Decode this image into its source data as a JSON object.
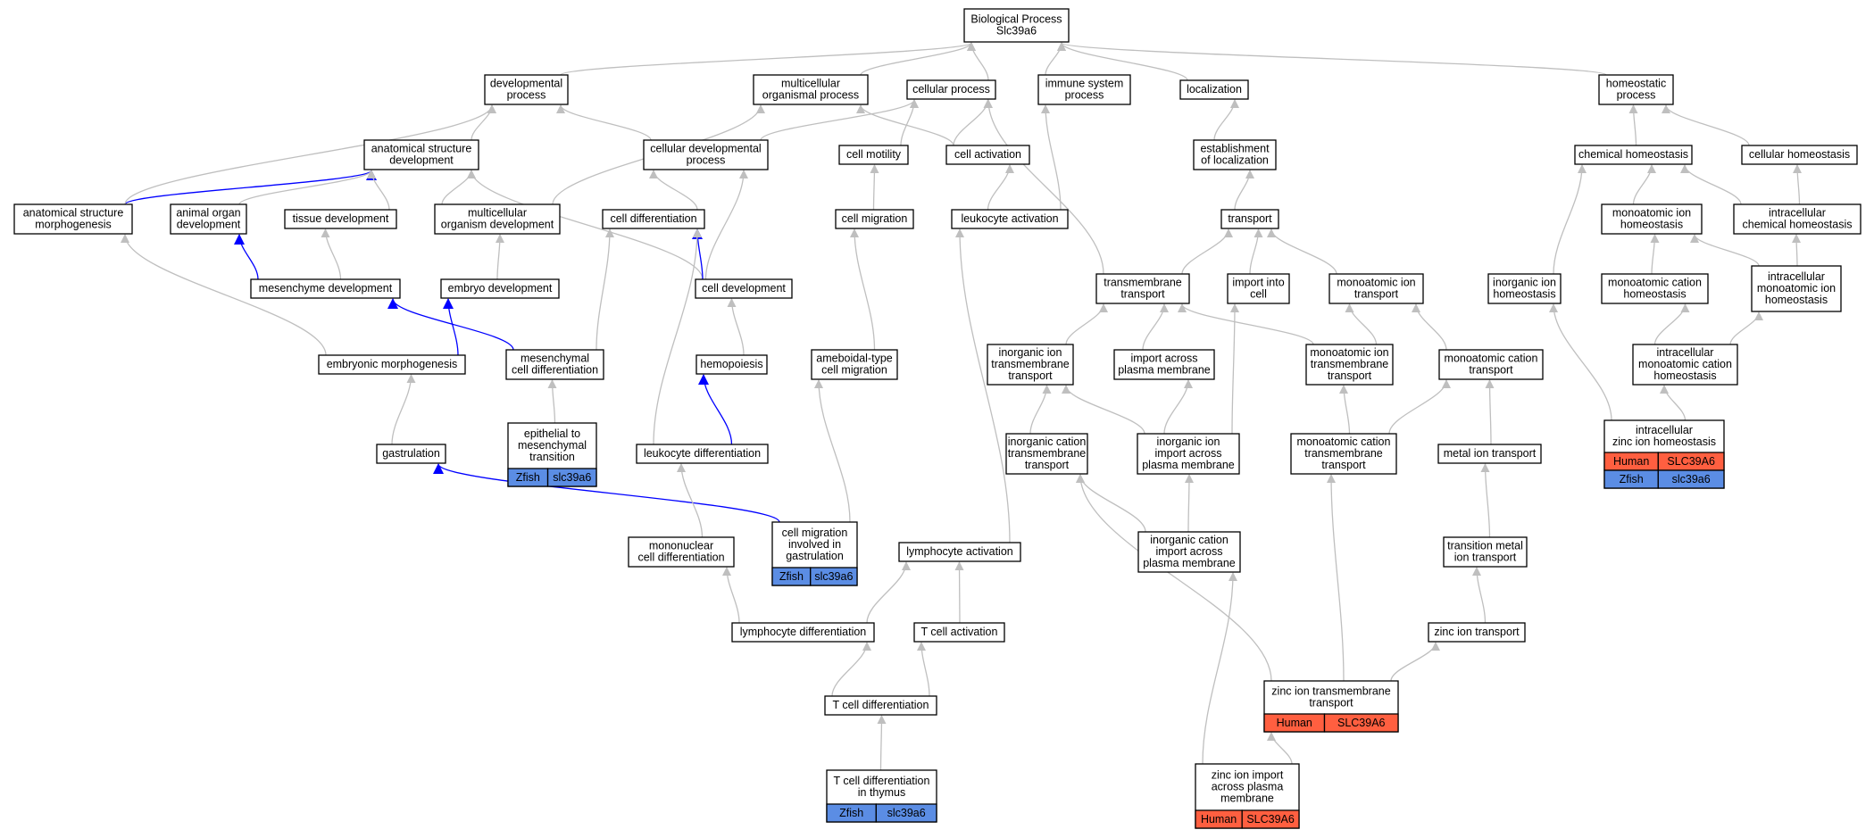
{
  "colors": {
    "human": "#ff5f40",
    "zfish": "#5b8de4",
    "edge_gray": "#bfbfbf",
    "edge_blue": "#0000ff"
  },
  "nodes": [
    {
      "id": "bp",
      "lines": [
        "Biological Process",
        "Slc39a6"
      ]
    },
    {
      "id": "devproc",
      "lines": [
        "developmental",
        "process"
      ]
    },
    {
      "id": "multiorg",
      "lines": [
        "multicellular",
        "organismal process"
      ]
    },
    {
      "id": "cellproc",
      "lines": [
        "cellular process"
      ]
    },
    {
      "id": "immune",
      "lines": [
        "immune system",
        "process"
      ]
    },
    {
      "id": "localization",
      "lines": [
        "localization"
      ]
    },
    {
      "id": "homeoproc",
      "lines": [
        "homeostatic",
        "process"
      ]
    },
    {
      "id": "anatdev",
      "lines": [
        "anatomical structure",
        "development"
      ]
    },
    {
      "id": "celldevproc",
      "lines": [
        "cellular developmental",
        "process"
      ]
    },
    {
      "id": "cellmot",
      "lines": [
        "cell motility"
      ]
    },
    {
      "id": "cellact",
      "lines": [
        "cell activation"
      ]
    },
    {
      "id": "estloc",
      "lines": [
        "establishment",
        "of localization"
      ]
    },
    {
      "id": "chemhomeo",
      "lines": [
        "chemical homeostasis"
      ]
    },
    {
      "id": "cellhomeo",
      "lines": [
        "cellular homeostasis"
      ]
    },
    {
      "id": "anatmorph",
      "lines": [
        "anatomical structure",
        "morphogenesis"
      ]
    },
    {
      "id": "animorg",
      "lines": [
        "animal organ",
        "development"
      ]
    },
    {
      "id": "tissuedev",
      "lines": [
        "tissue development"
      ]
    },
    {
      "id": "multiorgdev",
      "lines": [
        "multicellular",
        "organism development"
      ]
    },
    {
      "id": "celldiff",
      "lines": [
        "cell differentiation"
      ]
    },
    {
      "id": "cellmig",
      "lines": [
        "cell migration"
      ]
    },
    {
      "id": "leukact",
      "lines": [
        "leukocyte activation"
      ]
    },
    {
      "id": "transport",
      "lines": [
        "transport"
      ]
    },
    {
      "id": "monoionhomeo",
      "lines": [
        "monoatomic ion",
        "homeostasis"
      ]
    },
    {
      "id": "intrachemhomeo",
      "lines": [
        "intracellular",
        "chemical homeostasis"
      ]
    },
    {
      "id": "mesdev",
      "lines": [
        "mesenchyme development"
      ]
    },
    {
      "id": "embdev",
      "lines": [
        "embryo development"
      ]
    },
    {
      "id": "celldev",
      "lines": [
        "cell development"
      ]
    },
    {
      "id": "tmtransport",
      "lines": [
        "transmembrane",
        "transport"
      ]
    },
    {
      "id": "importcell",
      "lines": [
        "import into",
        "cell"
      ]
    },
    {
      "id": "monoiontransport",
      "lines": [
        "monoatomic ion",
        "transport"
      ]
    },
    {
      "id": "inorghomeo",
      "lines": [
        "inorganic ion",
        "homeostasis"
      ]
    },
    {
      "id": "monocathomeo",
      "lines": [
        "monoatomic cation",
        "homeostasis"
      ]
    },
    {
      "id": "intramonoionhomeo",
      "lines": [
        "intracellular",
        "monoatomic ion",
        "homeostasis"
      ]
    },
    {
      "id": "embmorph",
      "lines": [
        "embryonic morphogenesis"
      ]
    },
    {
      "id": "mescelldiff",
      "lines": [
        "mesenchymal",
        "cell differentiation"
      ]
    },
    {
      "id": "hemopoiesis",
      "lines": [
        "hemopoiesis"
      ]
    },
    {
      "id": "ameboid",
      "lines": [
        "ameboidal-type",
        "cell migration"
      ]
    },
    {
      "id": "inorgiontm",
      "lines": [
        "inorganic ion",
        "transmembrane",
        "transport"
      ]
    },
    {
      "id": "importacross",
      "lines": [
        "import across",
        "plasma membrane"
      ]
    },
    {
      "id": "monoiontm",
      "lines": [
        "monoatomic ion",
        "transmembrane",
        "transport"
      ]
    },
    {
      "id": "monocattransport",
      "lines": [
        "monoatomic cation",
        "transport"
      ]
    },
    {
      "id": "intramonocathomeo",
      "lines": [
        "intracellular",
        "monoatomic cation",
        "homeostasis"
      ]
    },
    {
      "id": "gastrulation",
      "lines": [
        "gastrulation"
      ]
    },
    {
      "id": "emt",
      "lines": [
        "epithelial to",
        "mesenchymal",
        "transition"
      ],
      "genes": [
        {
          "org": "Zfish",
          "gene": "slc39a6"
        }
      ]
    },
    {
      "id": "leukdiff",
      "lines": [
        "leukocyte differentiation"
      ]
    },
    {
      "id": "inorgcattm",
      "lines": [
        "inorganic cation",
        "transmembrane",
        "transport"
      ]
    },
    {
      "id": "inorgionimport",
      "lines": [
        "inorganic ion",
        "import across",
        "plasma membrane"
      ]
    },
    {
      "id": "monocattm",
      "lines": [
        "monoatomic cation",
        "transmembrane",
        "transport"
      ]
    },
    {
      "id": "metaliontransport",
      "lines": [
        "metal ion transport"
      ]
    },
    {
      "id": "intrazinchomeo",
      "lines": [
        "intracellular",
        "zinc ion homeostasis"
      ],
      "genes": [
        {
          "org": "Human",
          "gene": "SLC39A6"
        },
        {
          "org": "Zfish",
          "gene": "slc39a6"
        }
      ]
    },
    {
      "id": "cellmiggast",
      "lines": [
        "cell migration",
        "involved in",
        "gastrulation"
      ],
      "genes": [
        {
          "org": "Zfish",
          "gene": "slc39a6"
        }
      ]
    },
    {
      "id": "mononucdiff",
      "lines": [
        "mononuclear",
        "cell differentiation"
      ]
    },
    {
      "id": "lymphact",
      "lines": [
        "lymphocyte activation"
      ]
    },
    {
      "id": "inorgcatimport",
      "lines": [
        "inorganic cation",
        "import across",
        "plasma membrane"
      ]
    },
    {
      "id": "transmetal",
      "lines": [
        "transition metal",
        "ion transport"
      ]
    },
    {
      "id": "lymphdiff",
      "lines": [
        "lymphocyte differentiation"
      ]
    },
    {
      "id": "tcellact",
      "lines": [
        "T cell activation"
      ]
    },
    {
      "id": "zinciontransport",
      "lines": [
        "zinc ion transport"
      ]
    },
    {
      "id": "zinctm",
      "lines": [
        "zinc ion transmembrane",
        "transport"
      ],
      "genes": [
        {
          "org": "Human",
          "gene": "SLC39A6"
        }
      ]
    },
    {
      "id": "tcelldiff",
      "lines": [
        "T cell differentiation"
      ]
    },
    {
      "id": "tcelldiffthymus",
      "lines": [
        "T cell differentiation",
        "in thymus"
      ],
      "genes": [
        {
          "org": "Zfish",
          "gene": "slc39a6"
        }
      ]
    },
    {
      "id": "zincimport",
      "lines": [
        "zinc ion import",
        "across plasma",
        "membrane"
      ],
      "genes": [
        {
          "org": "Human",
          "gene": "SLC39A6"
        }
      ]
    }
  ],
  "edges": [
    [
      "devproc",
      "bp",
      "gray"
    ],
    [
      "multiorg",
      "bp",
      "gray"
    ],
    [
      "cellproc",
      "bp",
      "gray"
    ],
    [
      "immune",
      "bp",
      "gray"
    ],
    [
      "localization",
      "bp",
      "gray"
    ],
    [
      "homeoproc",
      "bp",
      "gray"
    ],
    [
      "anatdev",
      "devproc",
      "gray"
    ],
    [
      "celldevproc",
      "devproc",
      "gray"
    ],
    [
      "celldevproc",
      "cellproc",
      "gray"
    ],
    [
      "cellmot",
      "cellproc",
      "gray"
    ],
    [
      "cellact",
      "cellproc",
      "gray"
    ],
    [
      "cellact",
      "multiorg",
      "gray"
    ],
    [
      "estloc",
      "localization",
      "gray"
    ],
    [
      "chemhomeo",
      "homeoproc",
      "gray"
    ],
    [
      "cellhomeo",
      "homeoproc",
      "gray"
    ],
    [
      "anatmorph",
      "anatdev",
      "blue"
    ],
    [
      "anatmorph",
      "devproc",
      "gray"
    ],
    [
      "animorg",
      "anatdev",
      "gray"
    ],
    [
      "tissuedev",
      "anatdev",
      "gray"
    ],
    [
      "multiorgdev",
      "anatdev",
      "gray"
    ],
    [
      "multiorgdev",
      "multiorg",
      "gray"
    ],
    [
      "celldiff",
      "celldevproc",
      "gray"
    ],
    [
      "celldev",
      "celldevproc",
      "gray"
    ],
    [
      "celldev",
      "anatdev",
      "gray"
    ],
    [
      "cellmig",
      "cellmot",
      "gray"
    ],
    [
      "leukact",
      "cellact",
      "gray"
    ],
    [
      "leukact",
      "immune",
      "gray"
    ],
    [
      "transport",
      "estloc",
      "gray"
    ],
    [
      "monoionhomeo",
      "chemhomeo",
      "gray"
    ],
    [
      "intrachemhomeo",
      "chemhomeo",
      "gray"
    ],
    [
      "intrachemhomeo",
      "cellhomeo",
      "gray"
    ],
    [
      "mesdev",
      "animorg",
      "blue"
    ],
    [
      "mesdev",
      "tissuedev",
      "gray"
    ],
    [
      "embdev",
      "multiorgdev",
      "gray"
    ],
    [
      "celldev",
      "celldiff",
      "blue"
    ],
    [
      "tmtransport",
      "transport",
      "gray"
    ],
    [
      "tmtransport",
      "cellproc",
      "gray"
    ],
    [
      "importcell",
      "transport",
      "gray"
    ],
    [
      "monoiontransport",
      "transport",
      "gray"
    ],
    [
      "inorghomeo",
      "chemhomeo",
      "gray"
    ],
    [
      "monocathomeo",
      "monoionhomeo",
      "gray"
    ],
    [
      "intramonoionhomeo",
      "monoionhomeo",
      "gray"
    ],
    [
      "intramonoionhomeo",
      "intrachemhomeo",
      "gray"
    ],
    [
      "embmorph",
      "anatmorph",
      "gray"
    ],
    [
      "embmorph",
      "embdev",
      "blue"
    ],
    [
      "mescelldiff",
      "mesdev",
      "blue"
    ],
    [
      "mescelldiff",
      "celldiff",
      "gray"
    ],
    [
      "hemopoiesis",
      "celldev",
      "gray"
    ],
    [
      "ameboid",
      "cellmig",
      "gray"
    ],
    [
      "inorgiontm",
      "tmtransport",
      "gray"
    ],
    [
      "importacross",
      "tmtransport",
      "gray"
    ],
    [
      "monoiontm",
      "tmtransport",
      "gray"
    ],
    [
      "monoiontm",
      "monoiontransport",
      "gray"
    ],
    [
      "monocattransport",
      "monoiontransport",
      "gray"
    ],
    [
      "intramonocathomeo",
      "monocathomeo",
      "gray"
    ],
    [
      "intramonocathomeo",
      "intramonoionhomeo",
      "gray"
    ],
    [
      "gastrulation",
      "embmorph",
      "gray"
    ],
    [
      "emt",
      "mescelldiff",
      "gray"
    ],
    [
      "leukdiff",
      "hemopoiesis",
      "blue"
    ],
    [
      "leukdiff",
      "celldiff",
      "gray"
    ],
    [
      "inorgcattm",
      "inorgiontm",
      "gray"
    ],
    [
      "inorgionimport",
      "inorgiontm",
      "gray"
    ],
    [
      "inorgionimport",
      "importacross",
      "gray"
    ],
    [
      "inorgionimport",
      "importcell",
      "gray"
    ],
    [
      "monocattm",
      "monoiontm",
      "gray"
    ],
    [
      "monocattm",
      "monocattransport",
      "gray"
    ],
    [
      "metaliontransport",
      "monocattransport",
      "gray"
    ],
    [
      "intrazinchomeo",
      "intramonocathomeo",
      "gray"
    ],
    [
      "intrazinchomeo",
      "inorghomeo",
      "gray"
    ],
    [
      "cellmiggast",
      "gastrulation",
      "blue"
    ],
    [
      "cellmiggast",
      "ameboid",
      "gray"
    ],
    [
      "mononucdiff",
      "leukdiff",
      "gray"
    ],
    [
      "lymphact",
      "leukact",
      "gray"
    ],
    [
      "inorgcatimport",
      "inorgcattm",
      "gray"
    ],
    [
      "inorgcatimport",
      "inorgionimport",
      "gray"
    ],
    [
      "transmetal",
      "metaliontransport",
      "gray"
    ],
    [
      "lymphdiff",
      "mononucdiff",
      "gray"
    ],
    [
      "lymphdiff",
      "lymphact",
      "gray"
    ],
    [
      "tcellact",
      "lymphact",
      "gray"
    ],
    [
      "zinciontransport",
      "transmetal",
      "gray"
    ],
    [
      "zinctm",
      "inorgcattm",
      "gray"
    ],
    [
      "zinctm",
      "monocattm",
      "gray"
    ],
    [
      "zinctm",
      "zinciontransport",
      "gray"
    ],
    [
      "tcelldiff",
      "lymphdiff",
      "gray"
    ],
    [
      "tcelldiff",
      "tcellact",
      "gray"
    ],
    [
      "tcelldiffthymus",
      "tcelldiff",
      "gray"
    ],
    [
      "zincimport",
      "inorgcatimport",
      "gray"
    ],
    [
      "zincimport",
      "zinctm",
      "gray"
    ]
  ]
}
